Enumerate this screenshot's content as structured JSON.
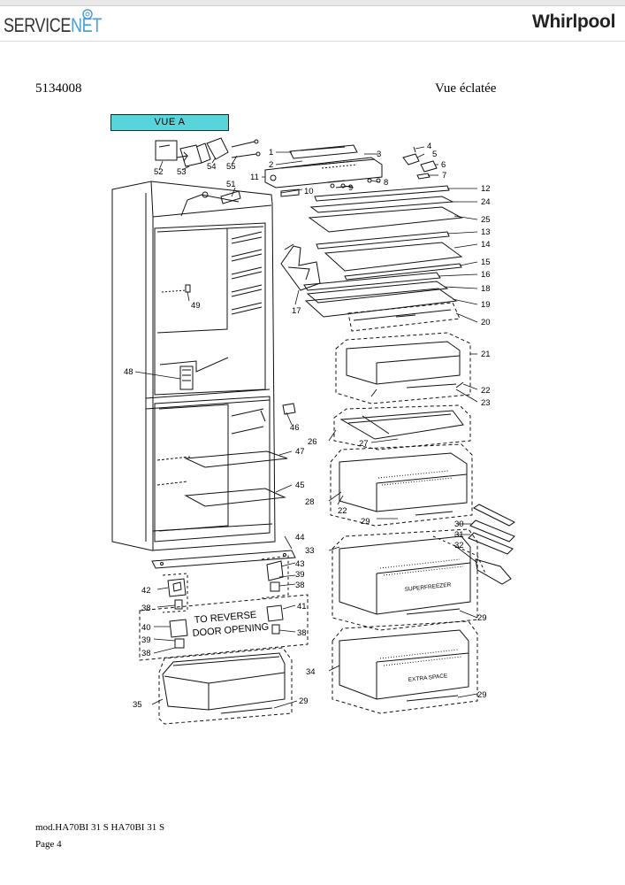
{
  "header": {
    "service_logo_a": "SERVICE",
    "service_logo_b": "NET",
    "brand_logo": "Whirlpool"
  },
  "doc_number": "5134008",
  "view_title": "Vue éclatée",
  "view_label": "VUE A",
  "reverse_note_line1": "TO REVERSE",
  "reverse_note_line2": "DOOR OPENING",
  "drawer_labels": {
    "superfreezer": "SUPERFREEZER",
    "extra_space": "EXTRA SPACE"
  },
  "callouts": [
    "1",
    "2",
    "3",
    "4",
    "5",
    "6",
    "7",
    "8",
    "9",
    "10",
    "11",
    "12",
    "13",
    "14",
    "15",
    "16",
    "17",
    "18",
    "19",
    "20",
    "21",
    "22",
    "23",
    "24",
    "25",
    "26",
    "27",
    "28",
    "22",
    "29",
    "30",
    "31",
    "32",
    "33",
    "29",
    "34",
    "29",
    "35",
    "29",
    "38",
    "39",
    "40",
    "41",
    "38",
    "38",
    "39",
    "42",
    "43",
    "38",
    "44",
    "45",
    "46",
    "47",
    "48",
    "49",
    "51",
    "52",
    "53",
    "54",
    "55"
  ],
  "footer": {
    "model": "mod.HA70BI 31 S HA70BI 31 S",
    "page": "Page 4"
  },
  "colors": {
    "view_label_fill": "#57d5db",
    "servicenet_accent": "#4a9fd8"
  }
}
